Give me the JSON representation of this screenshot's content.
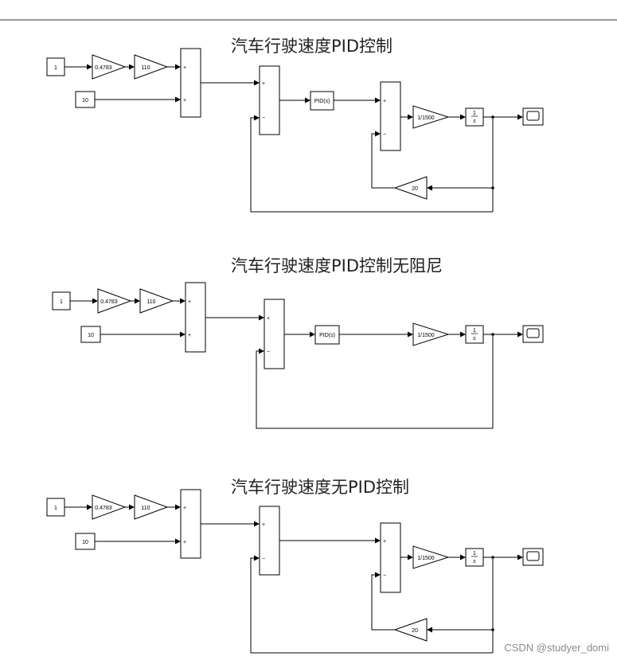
{
  "diagrams": [
    {
      "title": "汽车行驶速度PID控制",
      "blocks": {
        "const_ref": "1",
        "gain1": "0.4783",
        "gain2": "110",
        "const_dist": "10",
        "pid": "PID(s)",
        "gain_mass": "1/1500",
        "integ_num": "1",
        "integ_den": "s",
        "gain_fb": "20"
      }
    },
    {
      "title": "汽车行驶速度PID控制无阻尼",
      "blocks": {
        "const_ref": "1",
        "gain1": "0.4783",
        "gain2": "110",
        "const_dist": "10",
        "pid": "PID(s)",
        "gain_mass": "1/1500",
        "integ_num": "1",
        "integ_den": "s"
      }
    },
    {
      "title": "汽车行驶速度无PID控制",
      "blocks": {
        "const_ref": "1",
        "gain1": "0.4783",
        "gain2": "110",
        "const_dist": "10",
        "gain_mass": "1/1500",
        "integ_num": "1",
        "integ_den": "s",
        "gain_fb": "20"
      }
    }
  ],
  "signs": {
    "plus": "+",
    "minus": "−"
  },
  "watermark": "CSDN @studyer_domi"
}
